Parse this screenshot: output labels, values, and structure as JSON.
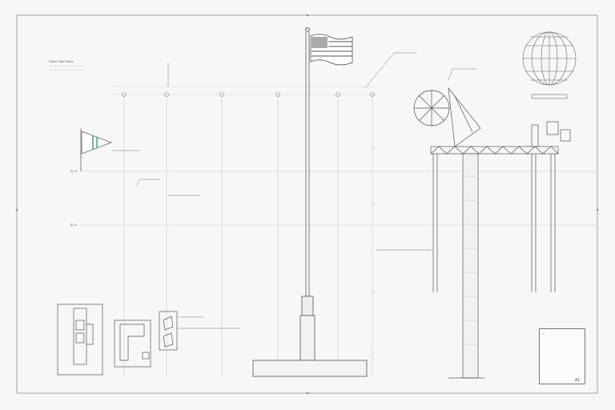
{
  "sheet": {
    "description_lines_top_left": [
      "Sheet   Title   Notes",
      "........................................",
      "........................................"
    ],
    "level_labels": [
      "EL.3",
      "EL.2"
    ],
    "title_block": {
      "title": "...",
      "sheet_no": "A1"
    }
  },
  "colors": {
    "paper": "#f7f7f5",
    "ink": "#6a6a6a",
    "ink_dark": "#444444",
    "grid": "#c9ccd0",
    "pennant_accent": "#3aa37a"
  },
  "icons": [
    "flag-icon",
    "globe-icon",
    "pennant-icon",
    "truss-icon"
  ]
}
